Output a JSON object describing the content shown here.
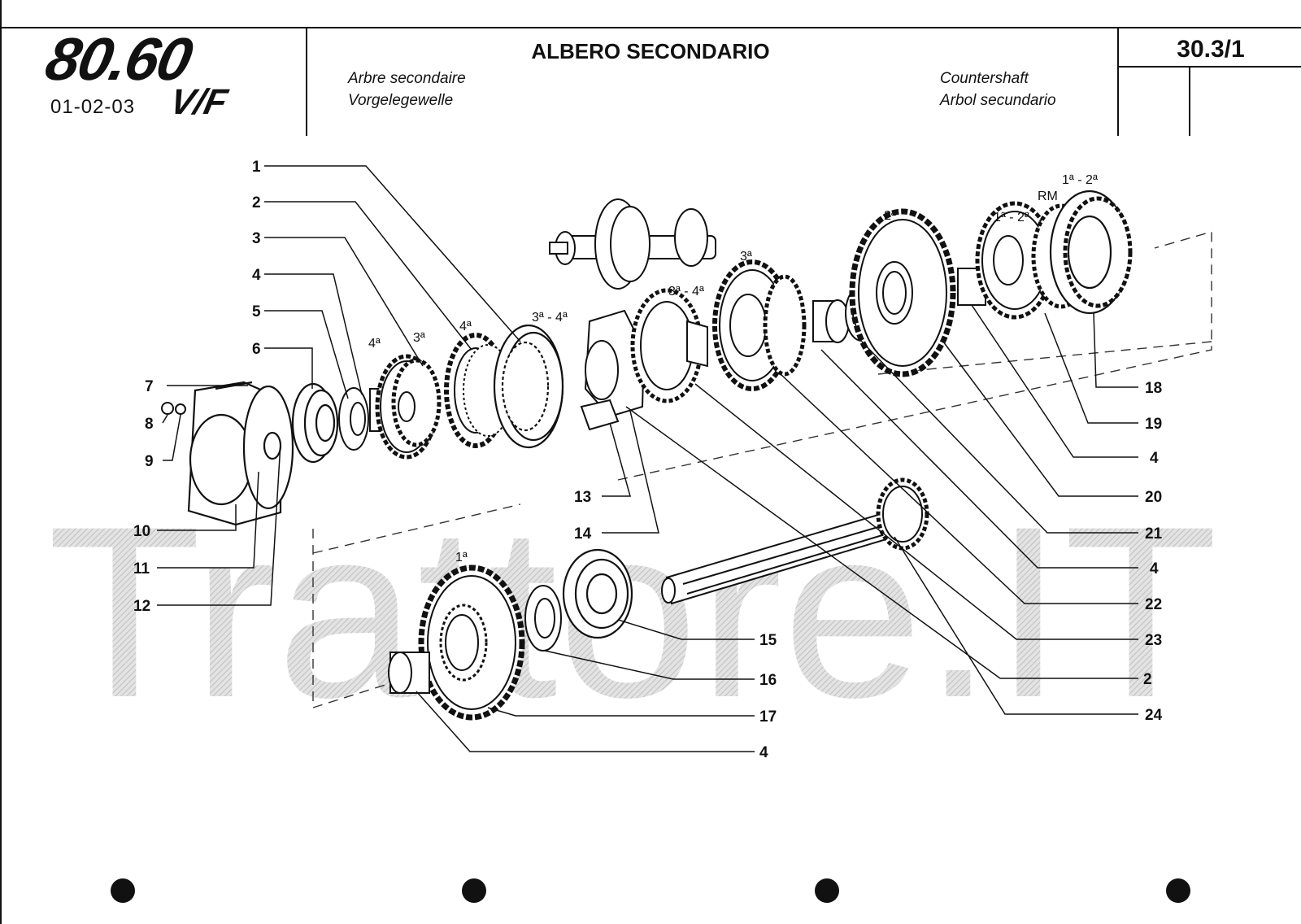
{
  "header": {
    "logo_text": "80.60",
    "logo_suffix": "V/F",
    "models": "01-02-03",
    "title_it": "ALBERO SECONDARIO",
    "title_fr": "Arbre secondaire",
    "title_de": "Vorgelegewelle",
    "title_en": "Countershaft",
    "title_es": "Arbol secundario",
    "page_number": "30.3/1"
  },
  "watermark": "Trattore.IT",
  "callouts_left": [
    "1",
    "2",
    "3",
    "4",
    "5",
    "6",
    "7",
    "8",
    "9",
    "10",
    "11",
    "12"
  ],
  "callouts_mid": [
    "13",
    "14",
    "15",
    "16",
    "17",
    "4"
  ],
  "callouts_right": [
    "18",
    "19",
    "4",
    "20",
    "21",
    "4",
    "22",
    "23",
    "2",
    "24"
  ],
  "gear_labels": {
    "g4a_a": "4ª",
    "g3a_a": "3ª",
    "g4a_b": "4ª",
    "sync34_a": "3ª - 4ª",
    "sync34_b": "3ª - 4ª",
    "g3a_b": "3ª",
    "g2a": "2ª",
    "sync12": "1ª - 2ª",
    "rm": "RM",
    "rm12": "1ª - 2ª",
    "g1a": "1ª"
  }
}
